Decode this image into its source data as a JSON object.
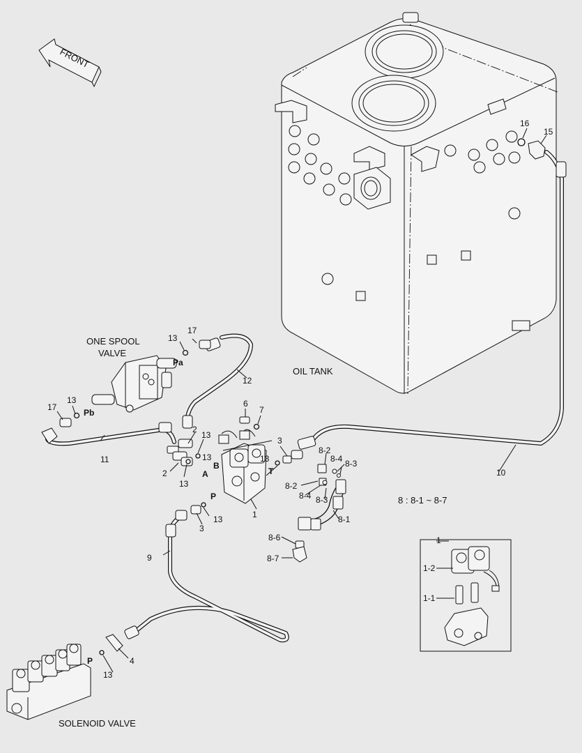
{
  "labels": {
    "front": "FRONT",
    "one_spool_valve_1": "ONE SPOOL",
    "one_spool_valve_2": "VALVE",
    "oil_tank": "OIL TANK",
    "solenoid_valve": "SOLENOID VALVE",
    "kit_note": "8 : 8-1 ~ 8-7",
    "port_pa": "Pa",
    "port_pb": "Pb",
    "port_p_top": "P",
    "port_p_bottom": "P",
    "port_a": "A",
    "port_b": "B",
    "port_t": "T"
  },
  "callouts": {
    "c1": "1",
    "c1_inset": "1",
    "c1_1": "1-1",
    "c1_2": "1-2",
    "c2a": "2",
    "c2b": "2",
    "c3a": "3",
    "c3b": "3",
    "c4": "4",
    "c6": "6",
    "c7": "7",
    "c8_1": "8-1",
    "c8_2a": "8-2",
    "c8_2b": "8-2",
    "c8_3a": "8-3",
    "c8_3b": "8-3",
    "c8_4a": "8-4",
    "c8_4b": "8-4",
    "c8_6": "8-6",
    "c8_7": "8-7",
    "c9": "9",
    "c10": "10",
    "c11": "11",
    "c12": "12",
    "c13a": "13",
    "c13b": "13",
    "c13c": "13",
    "c13d": "13",
    "c13e": "13",
    "c13f": "13",
    "c13g": "13",
    "c13h": "13",
    "c15": "15",
    "c16": "16",
    "c17a": "17",
    "c17b": "17"
  }
}
